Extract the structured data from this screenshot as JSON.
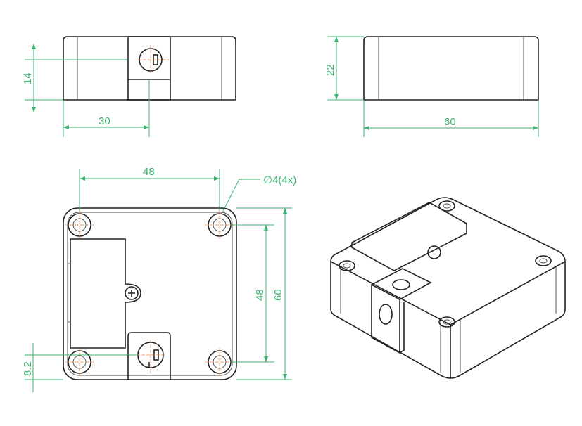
{
  "colors": {
    "outline": "#222222",
    "dimension": "#3cb371",
    "centerline": "#f08040"
  },
  "front_view": {
    "height_dim": "14",
    "offset_dim": "30"
  },
  "side_view": {
    "height_dim": "22",
    "width_dim": "60"
  },
  "top_view": {
    "hole_spacing_x": "48",
    "hole_spacing_y": "48",
    "overall_height": "60",
    "slot_offset": "8.2",
    "hole_callout": "∅4(4x)"
  }
}
